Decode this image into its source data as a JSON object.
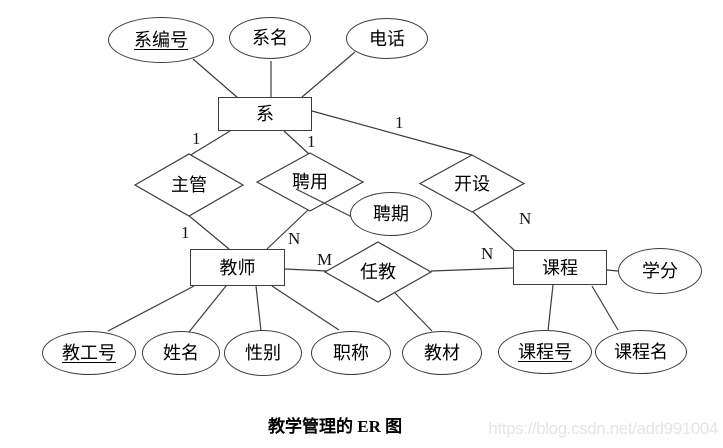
{
  "diagram": {
    "caption": "教学管理的 ER 图",
    "watermark": "https://blog.csdn.net/add991004",
    "entities": [
      {
        "label": "系"
      },
      {
        "label": "教师"
      },
      {
        "label": "课程"
      }
    ],
    "relationships": [
      {
        "label": "主管"
      },
      {
        "label": "聘用"
      },
      {
        "label": "开设"
      },
      {
        "label": "任教"
      }
    ],
    "attributes": [
      {
        "label": "系编号",
        "primary_key": true
      },
      {
        "label": "系名",
        "primary_key": false
      },
      {
        "label": "电话",
        "primary_key": false
      },
      {
        "label": "聘期",
        "primary_key": false
      },
      {
        "label": "学分",
        "primary_key": false
      },
      {
        "label": "教工号",
        "primary_key": true
      },
      {
        "label": "姓名",
        "primary_key": false
      },
      {
        "label": "性别",
        "primary_key": false
      },
      {
        "label": "职称",
        "primary_key": false
      },
      {
        "label": "教材",
        "primary_key": false
      },
      {
        "label": "课程号",
        "primary_key": true
      },
      {
        "label": "课程名",
        "primary_key": false
      }
    ],
    "cardinalities": [
      {
        "text": "1",
        "between": "系-主管"
      },
      {
        "text": "1",
        "between": "系-聘用"
      },
      {
        "text": "1",
        "between": "系-开设"
      },
      {
        "text": "1",
        "between": "主管-教师"
      },
      {
        "text": "N",
        "between": "聘用-教师"
      },
      {
        "text": "M",
        "between": "教师-任教"
      },
      {
        "text": "N",
        "between": "任教-课程"
      },
      {
        "text": "N",
        "between": "开设-课程"
      }
    ],
    "colors": {
      "stroke": "#3d3d3d",
      "text": "#000000",
      "watermark": "#e5e5e5"
    }
  }
}
